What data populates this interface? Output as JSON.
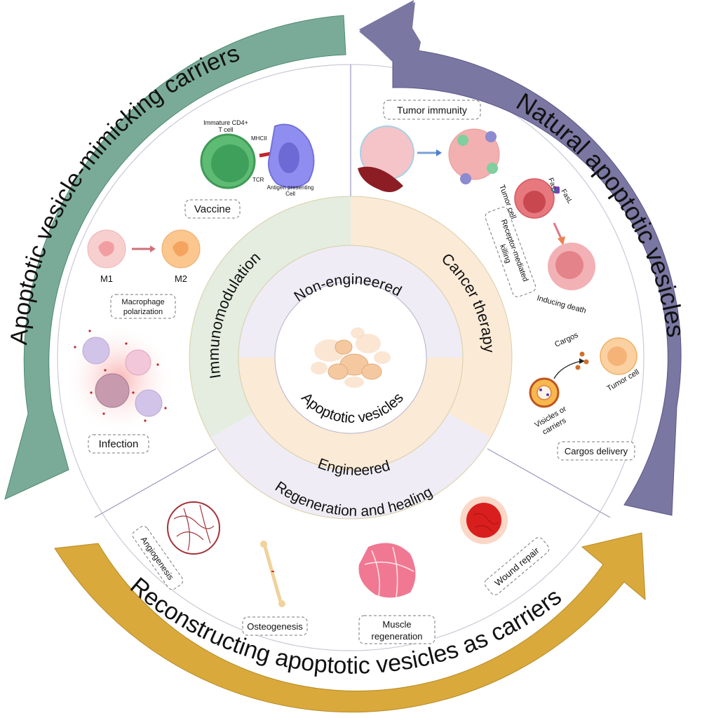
{
  "figure": {
    "center_label": "Apoptotic vesicles",
    "inner_ring": {
      "top": "Non-engineered",
      "bottom": "Engineered"
    },
    "application_ring": {
      "immunomodulation": "Immunomodulation",
      "cancer_therapy": "Cancer therapy",
      "regeneration": "Regeneration and healing"
    },
    "outer_arrows": {
      "natural": "Natural apoptotic vesicles",
      "mimicking": "Apoptotic vesicle-mimicking carriers",
      "reconstructing": "Reconstructing apoptotic vesicles as carriers"
    },
    "immunomodulation_panel": {
      "vaccine": {
        "box": "Vaccine",
        "t_cell_line1": "Immature CD4+",
        "t_cell_line2": "T cell",
        "mhc": "MHCII",
        "tcr": "TCR",
        "apc_line1": "Antigen presenting",
        "apc_line2": "Cell"
      },
      "macrophage": {
        "m1": "M1",
        "m2": "M2",
        "box_line1": "Macrophage",
        "box_line2": "polarization"
      },
      "infection": {
        "box": "Infection"
      }
    },
    "cancer_panel": {
      "tumor_immunity": "Tumor immunity",
      "receptor": {
        "fas": "Fas",
        "fasl": "FasL",
        "tumor_cell": "Tumor cell",
        "box_line1": "Receptor-mediated",
        "box_line2": "killing",
        "inducing_death": "Inducing death"
      },
      "cargo": {
        "cargos": "Cargos",
        "tumor_cell": "Tumor cell",
        "vesicles_line1": "Visicles or",
        "vesicles_line2": "carriers",
        "box": "Cargos delivery"
      }
    },
    "regeneration_panel": {
      "angiogenesis": "Angiogenesis",
      "osteogenesis": "Osteogenesis",
      "muscle_line1": "Muscle",
      "muscle_line2": "regeneration",
      "wound": "Wound repair"
    },
    "colors": {
      "green_arrow": "#7aab98",
      "purple_arrow": "#7a77a3",
      "gold_arrow": "#d9a93b",
      "immuno_sector": "#e4eddf",
      "cancer_sector": "#fbead6",
      "regen_sector": "#efecf5",
      "inner_top": "#efecf5",
      "inner_bottom": "#fbead6"
    }
  }
}
